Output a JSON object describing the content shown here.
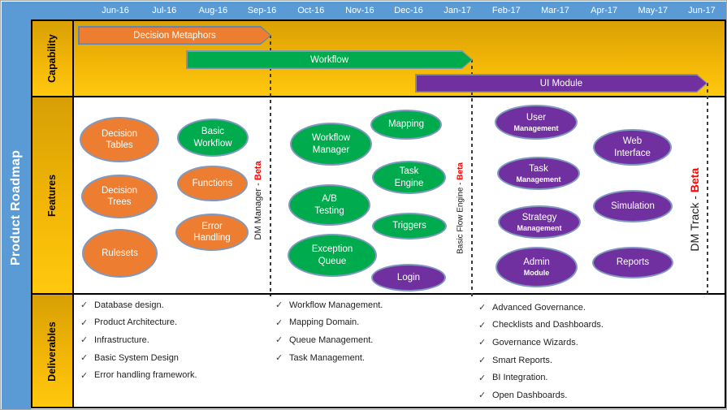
{
  "title": "Product Roadmap",
  "row_labels": {
    "capability": "Capability",
    "features": "Features",
    "deliverables": "Deliverables"
  },
  "timeline": {
    "months": [
      "Jun-16",
      "Jul-16",
      "Aug-16",
      "Sep-16",
      "Oct-16",
      "Nov-16",
      "Dec-16",
      "Jan-17",
      "Feb-17",
      "Mar-17",
      "Apr-17",
      "May-17",
      "Jun-17"
    ]
  },
  "capability_bars": [
    {
      "label": "Decision Metaphors",
      "color": "#ED7D31",
      "start": "Jun-16",
      "end": "Sep-16"
    },
    {
      "label": "Workflow",
      "color": "#00AB4E",
      "start": "Aug-16",
      "end": "Jan-17"
    },
    {
      "label": "UI Module",
      "color": "#7030A0",
      "start": "Dec-16",
      "end": "Jun-17"
    }
  ],
  "beta_markers": [
    {
      "prefix": "DM Manager - ",
      "word": "Beta",
      "at": "Sep-16"
    },
    {
      "prefix": "Basic Flow Engine - ",
      "word": "Beta",
      "at": "Jan-17"
    },
    {
      "prefix": "DM Track - ",
      "word": "Beta",
      "at": "Jun-17"
    }
  ],
  "feature_groups": [
    {
      "items": [
        {
          "text": "Decision\nTables",
          "style": "orange"
        },
        {
          "text": "Basic\nWorkflow",
          "style": "green"
        },
        {
          "text": "Decision\nTrees",
          "style": "orange"
        },
        {
          "text": "Functions",
          "style": "orange"
        },
        {
          "text": "Rulesets",
          "style": "orange"
        },
        {
          "text": "Error\nHandling",
          "style": "orange"
        }
      ]
    },
    {
      "items": [
        {
          "text": "Workflow\nManager",
          "style": "green"
        },
        {
          "text": "Mapping",
          "style": "green"
        },
        {
          "text": "A/B\nTesting",
          "style": "green"
        },
        {
          "text": "Task\nEngine",
          "style": "green"
        },
        {
          "text": "Exception\nQueue",
          "style": "green"
        },
        {
          "text": "Triggers",
          "style": "green"
        },
        {
          "text": "Login",
          "style": "purple"
        }
      ]
    },
    {
      "items": [
        {
          "text": "User",
          "sub": "Management",
          "style": "purple"
        },
        {
          "text": "Web\nInterface",
          "style": "purple"
        },
        {
          "text": "Task",
          "sub": "Management",
          "style": "purple"
        },
        {
          "text": "Simulation",
          "style": "purple"
        },
        {
          "text": "Strategy",
          "sub": "Management",
          "style": "purple"
        },
        {
          "text": "Admin",
          "sub": "Module",
          "style": "purple"
        },
        {
          "text": "Reports",
          "style": "purple"
        }
      ]
    }
  ],
  "deliverables": {
    "columns": [
      {
        "items": [
          "Database design.",
          "Product Architecture.",
          "Infrastructure.",
          "Basic System Design",
          "Error handling framework."
        ]
      },
      {
        "items": [
          "Workflow Management.",
          "Mapping Domain.",
          "Queue Management.",
          "Task Management."
        ]
      },
      {
        "items": [
          "Advanced Governance.",
          "Checklists and Dashboards.",
          "Governance Wizards.",
          "Smart Reports.",
          "BI Integration.",
          "Open Dashboards."
        ]
      }
    ]
  },
  "icons": {
    "check": "✓"
  },
  "colors": {
    "frame_blue": "#5B9BD5",
    "gold_light": "#FFC90E",
    "gold_dark": "#D79F04",
    "orange": "#ED7D31",
    "green": "#00AB4E",
    "purple": "#7030A0",
    "beta_red": "#FF0000"
  }
}
